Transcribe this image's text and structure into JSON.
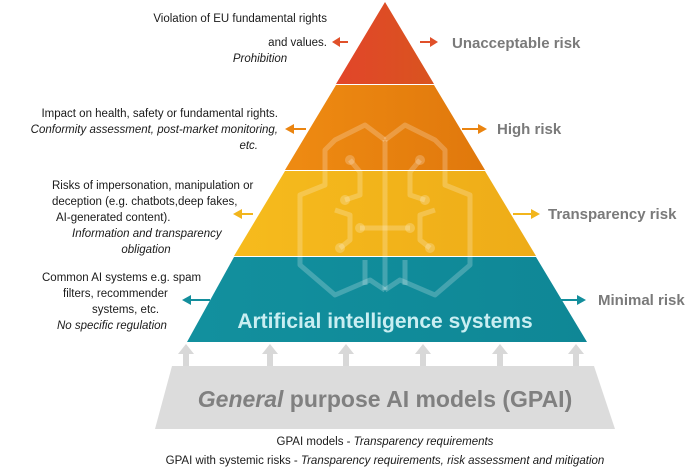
{
  "colors": {
    "unacceptable": "#e0502a",
    "high": "#ea8410",
    "transparency": "#f2b51c",
    "minimal": "#138e9c",
    "gpai": "#dcdcdc"
  },
  "levels": [
    {
      "risk_label": "Unacceptable risk",
      "description": [
        "Violation of EU fundamental rights",
        "and values."
      ],
      "obligation": [
        "Prohibition"
      ]
    },
    {
      "risk_label": "High risk",
      "description": [
        "Impact on health, safety or fundamental rights."
      ],
      "obligation": [
        "Conformity assessment, post-market monitoring,",
        "etc."
      ]
    },
    {
      "risk_label": "Transparency risk",
      "description": [
        "Risks of impersonation, manipulation or",
        "deception (e.g. chatbots,deep fakes,",
        "AI-generated content)."
      ],
      "obligation": [
        "Information and transparency",
        "obligation"
      ]
    },
    {
      "risk_label": "Minimal risk",
      "description": [
        "Common AI systems e.g. spam",
        "filters, recommender",
        "systems, etc."
      ],
      "obligation": [
        "No specific regulation"
      ]
    }
  ],
  "ai_systems_label": "Artificial intelligence systems",
  "gpai": {
    "label_italic": "General",
    "label_rest": " purpose AI models (GPAI)"
  },
  "footer": [
    {
      "text": "GPAI models - ",
      "italic": "Transparency requirements"
    },
    {
      "text": "GPAI with systemic risks - ",
      "italic": "Transparency requirements, risk assessment and mitigation"
    }
  ]
}
